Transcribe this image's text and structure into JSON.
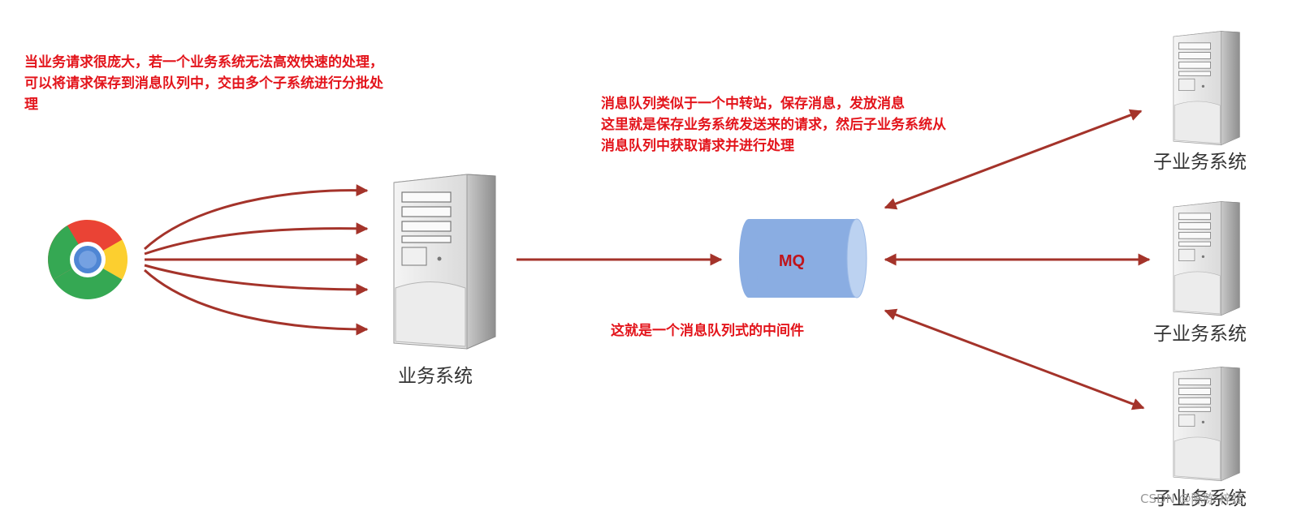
{
  "notes": {
    "top_left": "当业务请求很庞大，若一个业务系统无法高效快速的处理，\n可以将请求保存到消息队列中，交由多个子系统进行分批处\n理",
    "mq_description": "消息队列类似于一个中转站，保存消息，发放消息\n这里就是保存业务系统发送来的请求，然后子业务系统从\n消息队列中获取请求并进行处理",
    "middleware": "这就是一个消息队列式的中间件"
  },
  "nodes": {
    "browser_icon": "chrome-icon",
    "business_system_label": "业务系统",
    "mq_label": "MQ",
    "sub_systems": [
      "子业务系统",
      "子业务系统",
      "子业务系统"
    ]
  },
  "watermark": "CSDN @陈陈 梓娃",
  "colors": {
    "arrow": "#a4332a",
    "annotation_text": "#e3141b",
    "mq_body": "#8aade2",
    "mq_cap": "#bcd2f1"
  }
}
